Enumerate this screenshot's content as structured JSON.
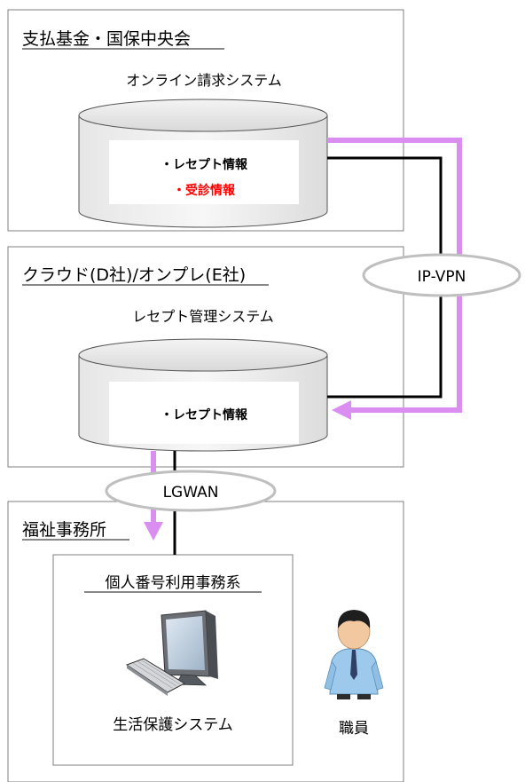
{
  "sections": {
    "top": {
      "title": "支払基金・国保中央会",
      "system": "オンライン請求システム",
      "items": [
        "・レセプト情報",
        "・受診情報"
      ]
    },
    "middle": {
      "title": "クラウド(D社)/オンプレ(E社)",
      "system": "レセプト管理システム",
      "items": [
        "・レセプト情報"
      ]
    },
    "bottom": {
      "title": "福祉事務所",
      "inner_title": "個人番号利用事務系",
      "pc_label": "生活保護システム",
      "person_label": "職員"
    }
  },
  "networks": {
    "ipvpn": "IP-VPN",
    "lgwan": "LGWAN"
  },
  "colors": {
    "flow_arrow": "#DA8FF0",
    "line": "#000000",
    "highlight_text": "#FF0000",
    "box_border": "#7F7F7F"
  }
}
